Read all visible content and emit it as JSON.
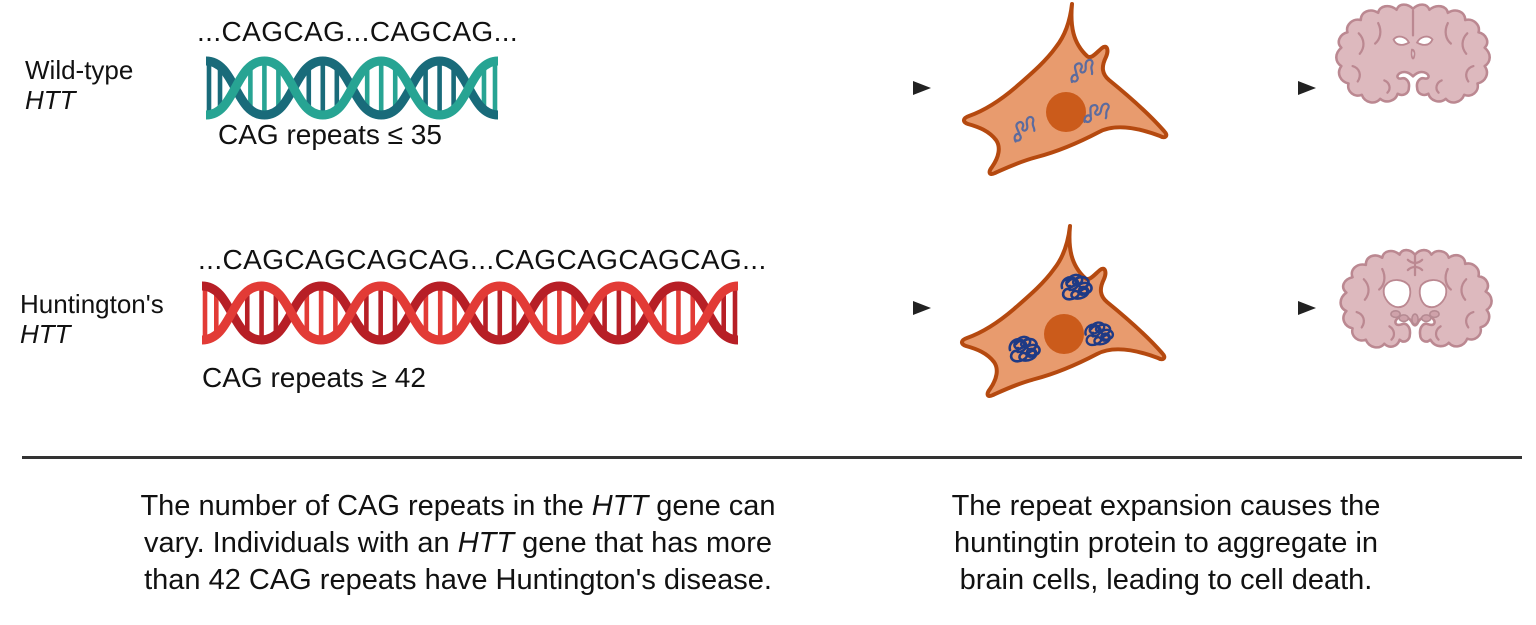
{
  "colors": {
    "dna_teal_dark": "#196b7a",
    "dna_teal_light": "#27a493",
    "dna_red_dark": "#b71f26",
    "dna_red_bright": "#e23b36",
    "neuron_fill": "#e89b6e",
    "neuron_outline": "#b5490f",
    "nucleus": "#cb5b1b",
    "protein_strand_blue": "#5c6b9e",
    "aggregate_navy": "#1f3a85",
    "brain_fill": "#ddb9be",
    "brain_line": "#bb8891",
    "arrow": "#222222",
    "divider": "#333333",
    "text": "#111111"
  },
  "rows": {
    "wildtype": {
      "label_line1": "Wild-type",
      "label_line2": "HTT",
      "sequence": "...CAGCAG...CAGCAG...",
      "repeats_note": "CAG repeats ≤ 35"
    },
    "mutant": {
      "label_line1": "Huntington's",
      "label_line2": "HTT",
      "sequence": "...CAGCAGCAGCAG...CAGCAGCAGCAG...",
      "repeats_note": "CAG repeats ≥ 42"
    }
  },
  "icons": {
    "dna_wildtype": "teal double helix",
    "dna_mutant": "red expanded double helix",
    "neuron_healthy": "neuron with soluble huntingtin protein strands",
    "neuron_diseased": "neuron with huntingtin protein aggregates",
    "brain_healthy": "coronal brain section, normal ventricles",
    "brain_diseased": "coronal brain section, atrophied with enlarged ventricles"
  },
  "captions": {
    "left": {
      "segments": [
        "The number of CAG repeats in the ",
        "HTT",
        " gene can vary. Individuals with an ",
        "HTT",
        " gene that has more than 42 CAG repeats have Huntington's disease."
      ]
    },
    "right": "The repeat expansion causes the huntingtin protein to aggregate in brain cells, leading to cell death."
  }
}
